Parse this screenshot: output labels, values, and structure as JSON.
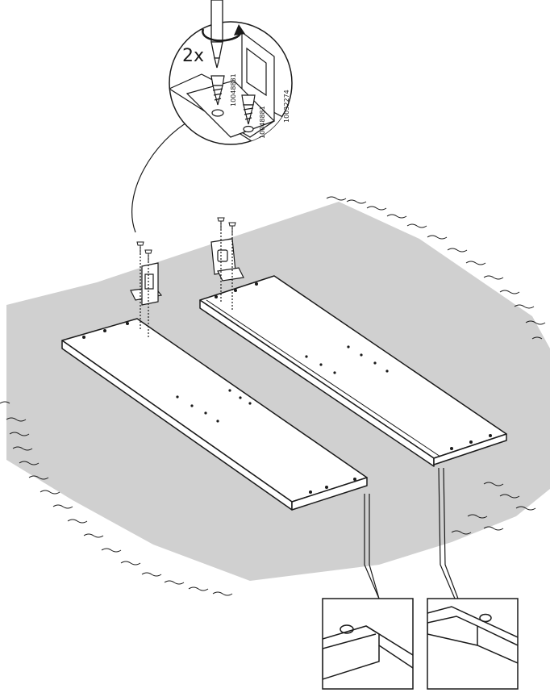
{
  "diagram": {
    "quantity_label": "2x",
    "part_numbers": [
      "10048881",
      "10048881",
      "10032274"
    ],
    "colors": {
      "line": "#1a1a1a",
      "mat": "#d0d0d0",
      "panel": "#ffffff"
    },
    "icons": [
      "screwdriver-icon",
      "rotation-arrow-icon",
      "screw-icon",
      "bracket-icon"
    ]
  }
}
